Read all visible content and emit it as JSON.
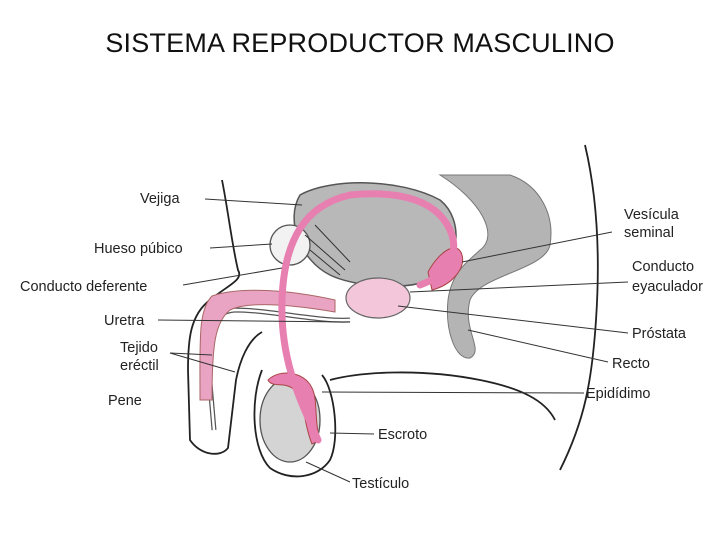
{
  "title": "SISTEMA REPRODUCTOR MASCULINO",
  "labels": {
    "vejiga": "Vejiga",
    "hueso_pubico": "Hueso púbico",
    "conducto_deferente": "Conducto deferente",
    "uretra": "Uretra",
    "tejido_1": "Tejido",
    "tejido_2": "eréctil",
    "pene": "Pene",
    "vesicula_1": "Vesícula",
    "vesicula_2": "seminal",
    "conducto_eyac_1": "Conducto",
    "conducto_eyac_2": "eyaculador",
    "prostata": "Próstata",
    "recto": "Recto",
    "epididimo": "Epidídimo",
    "escroto": "Escroto",
    "testiculo": "Testículo"
  },
  "colors": {
    "pink": "#e87fb1",
    "light_pink": "#f3c6d9",
    "gray": "#b4b4b4",
    "line": "#333333"
  }
}
